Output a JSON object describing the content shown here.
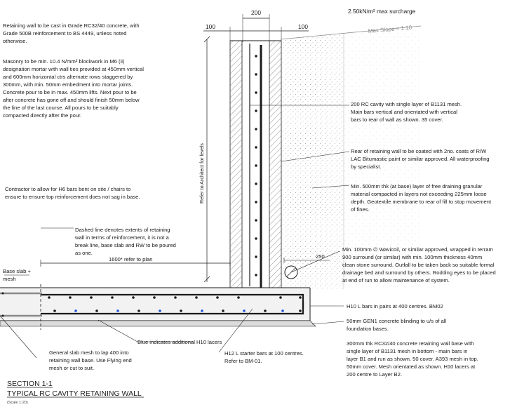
{
  "dimensions": {
    "top_wall": "200",
    "left_offset": "100",
    "right_offset": "100",
    "base_span": "1600* refer to plan",
    "drain_offset": "250"
  },
  "top_labels": {
    "surcharge": "2.50kN/m² max surcharge",
    "max_slope": "Max Slope = 1:10"
  },
  "vertical_label": "Refer to Architect for levels",
  "left_notes": {
    "n1": [
      "Retaining wall to be cast in Grade RC32/40 concrete, with",
      "Grade 500B reinforcement to BS 4449, unless noted",
      "otherwise."
    ],
    "n2": [
      "Masonry to be min. 10.4 N/mm² blockwork in M6 (ii)",
      "designation mortar with wall ties provided at 450mm vertical",
      "and 600mm horizontal ctrs alternate rows staggered by",
      "300mm, with min. 50mm embedment into mortar joints.",
      "Concrete pour to be in max. 450mm lifts. Next pour to be",
      "after concrete has gone off and should finish 50mm below",
      "the line of the last course. All pours to be suitably",
      "compacted directly after the pour."
    ],
    "n3": [
      "Contractor to allow for H6 bars bent on site / chairs to",
      "ensure to ensure top reinforcement does not sag in base."
    ],
    "n4": [
      "Dashed line denotes extents of retaining",
      "wall in terms of reinforcement, it is not a",
      "break line, base slab and RW to be poured",
      "as one."
    ],
    "base_slab": [
      "Base slab +",
      "mesh"
    ],
    "n5": [
      "General slab mesh to lap 400 into",
      "retaining wall base. Use Flying end",
      "mesh or cut to suit."
    ],
    "blue_note": "Blue indicates additional H10 lacers",
    "starter": [
      "H12 L starter bars at 100 centres.",
      "Refer to BM-01."
    ]
  },
  "right_notes": {
    "r1": [
      "200 RC cavity with single layer of B1131 mesh.",
      "Main bars vertical and orientated with vertical",
      "bars to rear of wall as shown. 35 cover."
    ],
    "r2": [
      "Rear of retaining wall to be coated with 2no. coats of RIW",
      "LAC Bitumastic paint or similar approved.  All waterproofing",
      "by specialist."
    ],
    "r3": [
      "Min. 500mm thk (at base) layer of free draining granular",
      "material compacted in layers not exceeding 225mm loose",
      "depth. Geotextile membrane to rear of fill to stop movement",
      "of fines."
    ],
    "r4": [
      "Min. 100mm ∅ Wavicoil, or similar approved, wrapped in terram",
      "900 surround (or similar) with min. 100mm thickness 40mm",
      "clean stone surround. Outfall to be taken back so suitable formal",
      "drainage bed and surround by others. Rodding eyes to be placed",
      "at end of run to allow maintenance of system."
    ],
    "r5": "H10 L bars in pairs at 400 centres. BM02",
    "r6": [
      "50mm GEN1 concrete blinding to u/s of all",
      "foundation bases."
    ],
    "r7": [
      "300mm thk RC32/40 concrete retaining wall base with",
      "single layer of B1131 mesh in bottom - main bars in",
      "layer B1 and run as shown. 50 cover. A393 mesh in top.",
      "50mm cover. Mesh orientated as shown. H10 lacers at",
      "200 centre to Layer B2."
    ]
  },
  "section": {
    "label": "SECTION 1-1",
    "title": "TYPICAL RC CAVITY RETAINING WALL",
    "scale": "(Scale 1:20)"
  },
  "colors": {
    "line": "#1a1a1a",
    "blue_lacer": "#1f55d6",
    "hatch": "#555555",
    "fill_dots": "#9a9a9a",
    "base_fill": "#ececec"
  }
}
